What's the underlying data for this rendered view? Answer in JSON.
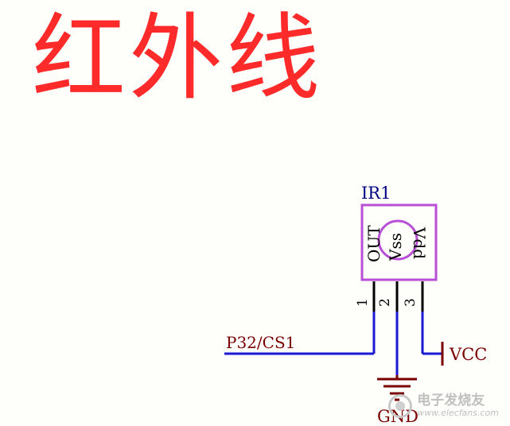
{
  "title": "红外线",
  "component": {
    "ref": "IR1",
    "pin_names": [
      "OUT",
      "Vss",
      "Vdd"
    ],
    "pin_numbers": [
      "1",
      "2",
      "3"
    ]
  },
  "nets": {
    "signal": "P32/CS1",
    "power": "VCC",
    "ground": "GND"
  },
  "watermark": {
    "name": "电子发烧友",
    "url": "www.elecfans.com"
  },
  "colors": {
    "title": "#ff2a2a",
    "wire": "#1a1ad6",
    "pin": "#000000",
    "body": "#b84fd6",
    "label_net": "#7a0000",
    "ref": "#000080"
  }
}
